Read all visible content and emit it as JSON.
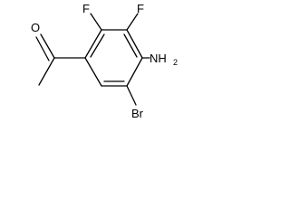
{
  "molecule": {
    "atoms": {
      "oxygen": "O",
      "fluorine_top_left": "F",
      "fluorine_top_right": "F",
      "amine_N": "NH",
      "amine_subscript": "2",
      "bromine": "Br"
    },
    "colors": {
      "bond": "#000000",
      "label": "#000000",
      "background": "#ffffff"
    }
  }
}
